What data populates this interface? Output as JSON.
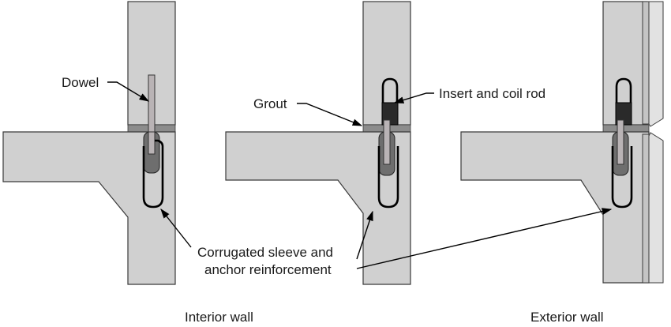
{
  "labels": {
    "dowel": "Dowel",
    "grout": "Grout",
    "insert_coil_rod": "Insert and coil rod",
    "sleeve_line1": "Corrugated sleeve and",
    "sleeve_line2": "anchor reinforcement"
  },
  "captions": {
    "interior": "Interior wall",
    "exterior": "Exterior wall"
  },
  "colors": {
    "concrete": "#d0d0d0",
    "grout": "#8c8c8c",
    "sleeve": "#6e6e6e",
    "outline": "#3a3a3a"
  }
}
